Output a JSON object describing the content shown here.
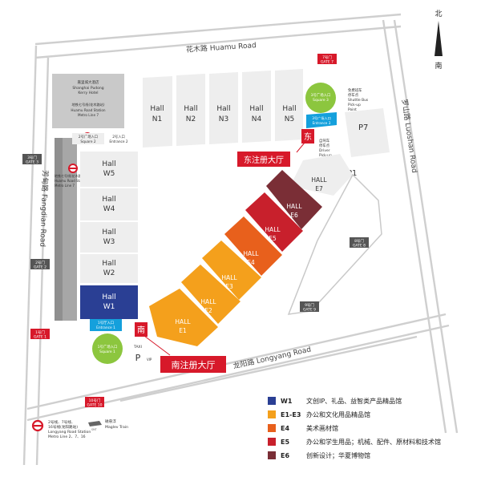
{
  "compass": {
    "north": "北",
    "south": "南"
  },
  "roads": {
    "huamu": "花木路 Huamu Road",
    "luoshan": "罗山路 Luoshan Road",
    "fangdian": "芳甸路 Fangdian Road",
    "longyang": "龙阳路 Longyang Road"
  },
  "gates": {
    "g7": {
      "cn": "7号门",
      "en": "GATE 7"
    },
    "g3": {
      "cn": "3号门",
      "en": "GATE 3"
    },
    "g2": {
      "cn": "2号门",
      "en": "GATE 2"
    },
    "g1": {
      "cn": "1号门",
      "en": "GATE 1"
    },
    "g10": {
      "cn": "10号门",
      "en": "GATE 10"
    },
    "g8": {
      "cn": "8号门",
      "en": "GATE 8"
    },
    "g9": {
      "cn": "9号门",
      "en": "GATE 9"
    }
  },
  "hotel": {
    "l1": "嘉里城大酒店",
    "l2": "Shanghai Pudong",
    "l3": "Kerry Hotel"
  },
  "metro_huamu_top": {
    "l1": "地铁七号线(花木路站)",
    "l2": "Huamu Road Station",
    "l3": "Metro Line 7"
  },
  "metro_huamu_left": {
    "l1": "地铁七号线(花木路站)",
    "l2": "Huamu Road Station",
    "l3": "Metro Line 7"
  },
  "square2": {
    "cn": "2号广场入口",
    "en": "Square 2"
  },
  "entrance2": {
    "cn": "2号入口",
    "en": "Entrance 2"
  },
  "square3": {
    "cn": "3号广场入口",
    "en": "Square 3"
  },
  "entrance3": {
    "cn": "3号广场入口",
    "en": "Entrance 3"
  },
  "square1": {
    "cn": "1号广场入口",
    "en": "Square 1"
  },
  "entrance1": {
    "cn": "1号厅入口",
    "en": "Entrance 1"
  },
  "shuttle": {
    "l1": "免费班车",
    "l2": "停车点",
    "l3": "Shuttle Bus",
    "l4": "Pick-up",
    "l5": "Point"
  },
  "driver": {
    "l1": "自驾车",
    "l2": "停车点",
    "l3": "Driver",
    "l4": "Pick-up",
    "l5": "Point"
  },
  "parking": {
    "p7": "P7",
    "p1": "P1",
    "taxi": "TAXI",
    "p": "P",
    "vip": "VIP"
  },
  "registration": {
    "east_badge": "东",
    "east_label": "东注册大厅",
    "south_badge": "南",
    "south_label": "南注册大厅"
  },
  "halls_north": [
    {
      "l1": "Hall",
      "l2": "N1"
    },
    {
      "l1": "Hall",
      "l2": "N2"
    },
    {
      "l1": "Hall",
      "l2": "N3"
    },
    {
      "l1": "Hall",
      "l2": "N4"
    },
    {
      "l1": "Hall",
      "l2": "N5"
    }
  ],
  "halls_west": [
    {
      "l1": "Hall",
      "l2": "W5"
    },
    {
      "l1": "Hall",
      "l2": "W4"
    },
    {
      "l1": "Hall",
      "l2": "W3"
    },
    {
      "l1": "Hall",
      "l2": "W2"
    },
    {
      "l1": "Hall",
      "l2": "W1"
    }
  ],
  "halls_east": [
    {
      "l1": "HALL",
      "l2": "E1"
    },
    {
      "l1": "HALL",
      "l2": "E2"
    },
    {
      "l1": "HALL",
      "l2": "E3"
    },
    {
      "l1": "HALL",
      "l2": "E4"
    },
    {
      "l1": "HALL",
      "l2": "E5"
    },
    {
      "l1": "HALL",
      "l2": "E6"
    },
    {
      "l1": "HALL",
      "l2": "E7"
    }
  ],
  "colors": {
    "w1": "#2a3f94",
    "e1e3": "#f4a01c",
    "e4": "#e8601c",
    "e5": "#c8202c",
    "e6": "#7a2e36",
    "red": "#d7192a",
    "cyan": "#14a0dc",
    "green": "#8cc63e",
    "gray": "#c9c9c9",
    "lightgray": "#eeeeee",
    "dark": "#555555"
  },
  "legend": [
    {
      "code": "W1",
      "desc": "文创IP、礼品、益智类产品精品馆"
    },
    {
      "code": "E1-E3",
      "desc": "办公和文化用品精品馆"
    },
    {
      "code": "E4",
      "desc": "美术画材馆"
    },
    {
      "code": "E5",
      "desc": "办公和学生用品；机械、配件、原材料和技术馆"
    },
    {
      "code": "E6",
      "desc": "创新设计；华夏博物馆"
    }
  ],
  "metro_bottom": {
    "l1": "2号线、7号线、",
    "l2": "16号线(龙阳路站)",
    "l3": "Longyang Road Station",
    "l4": "Metro Line 2、7、16"
  },
  "maglev": {
    "l1": "磁悬浮",
    "l2": "Maglev Train",
    "badge": "SMT"
  }
}
